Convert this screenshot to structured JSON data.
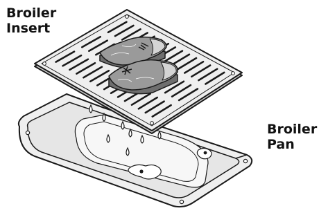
{
  "labels": {
    "insert_line1": "Broiler",
    "insert_line2": "Insert",
    "pan_line1": "Broiler",
    "pan_line2": "Pan"
  },
  "colors": {
    "outline": "#1a1a1a",
    "metal": "#eeeeee",
    "metal_shadow": "#cfcfcf",
    "meat": "#9a9a9a",
    "meat_dark": "#6e6e6e",
    "fat": "#d4d4d4",
    "background": "#ffffff"
  }
}
